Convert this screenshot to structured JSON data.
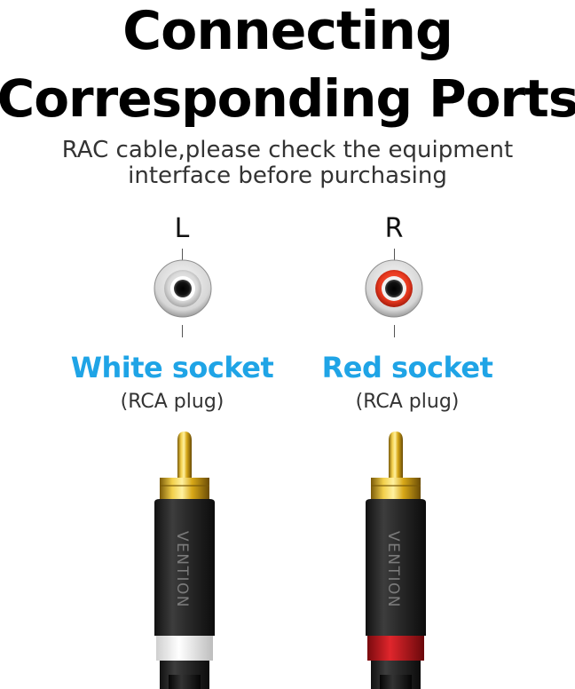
{
  "heading": {
    "line1": "Connecting",
    "line2": "Corresponding Ports"
  },
  "subheading": {
    "line1": "RAC cable,please check the equipment",
    "line2": "interface before purchasing"
  },
  "channels": [
    {
      "letter": "L",
      "socket_label": "White socket",
      "plug_label": "(RCA plug)",
      "ring_color": "#e6e6e6",
      "band_color": "#ffffff"
    },
    {
      "letter": "R",
      "socket_label": "Red socket",
      "plug_label": "(RCA plug)",
      "ring_color": "#e8391f",
      "band_color": "#c8161d"
    }
  ],
  "brand": "VENTION",
  "colors": {
    "label_blue": "#1fa4e6",
    "gold": "#d8a818",
    "plug_body": "#2a2a2a"
  }
}
